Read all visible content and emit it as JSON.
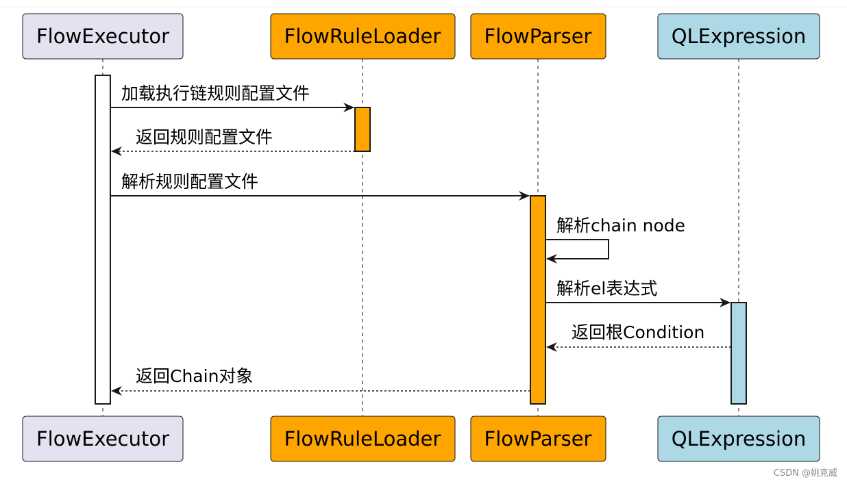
{
  "participants": [
    {
      "label": "FlowExecutor",
      "fill": "#E2E2F0",
      "act_fill": "#FFFFFF"
    },
    {
      "label": "FlowRuleLoader",
      "fill": "#FFA500",
      "act_fill": "#FFA500"
    },
    {
      "label": "FlowParser",
      "fill": "#FFA500",
      "act_fill": "#FFA500"
    },
    {
      "label": "QLExpression",
      "fill": "#ADD8E6",
      "act_fill": "#ADD8E6"
    }
  ],
  "messages": [
    {
      "label": "加载执行链规则配置文件"
    },
    {
      "label": "返回规则配置文件"
    },
    {
      "label": "解析规则配置文件"
    },
    {
      "label": "解析chain node"
    },
    {
      "label": "解析el表达式"
    },
    {
      "label": "返回根Condition"
    },
    {
      "label": "返回Chain对象"
    }
  ],
  "watermark": "CSDN @姚克威"
}
